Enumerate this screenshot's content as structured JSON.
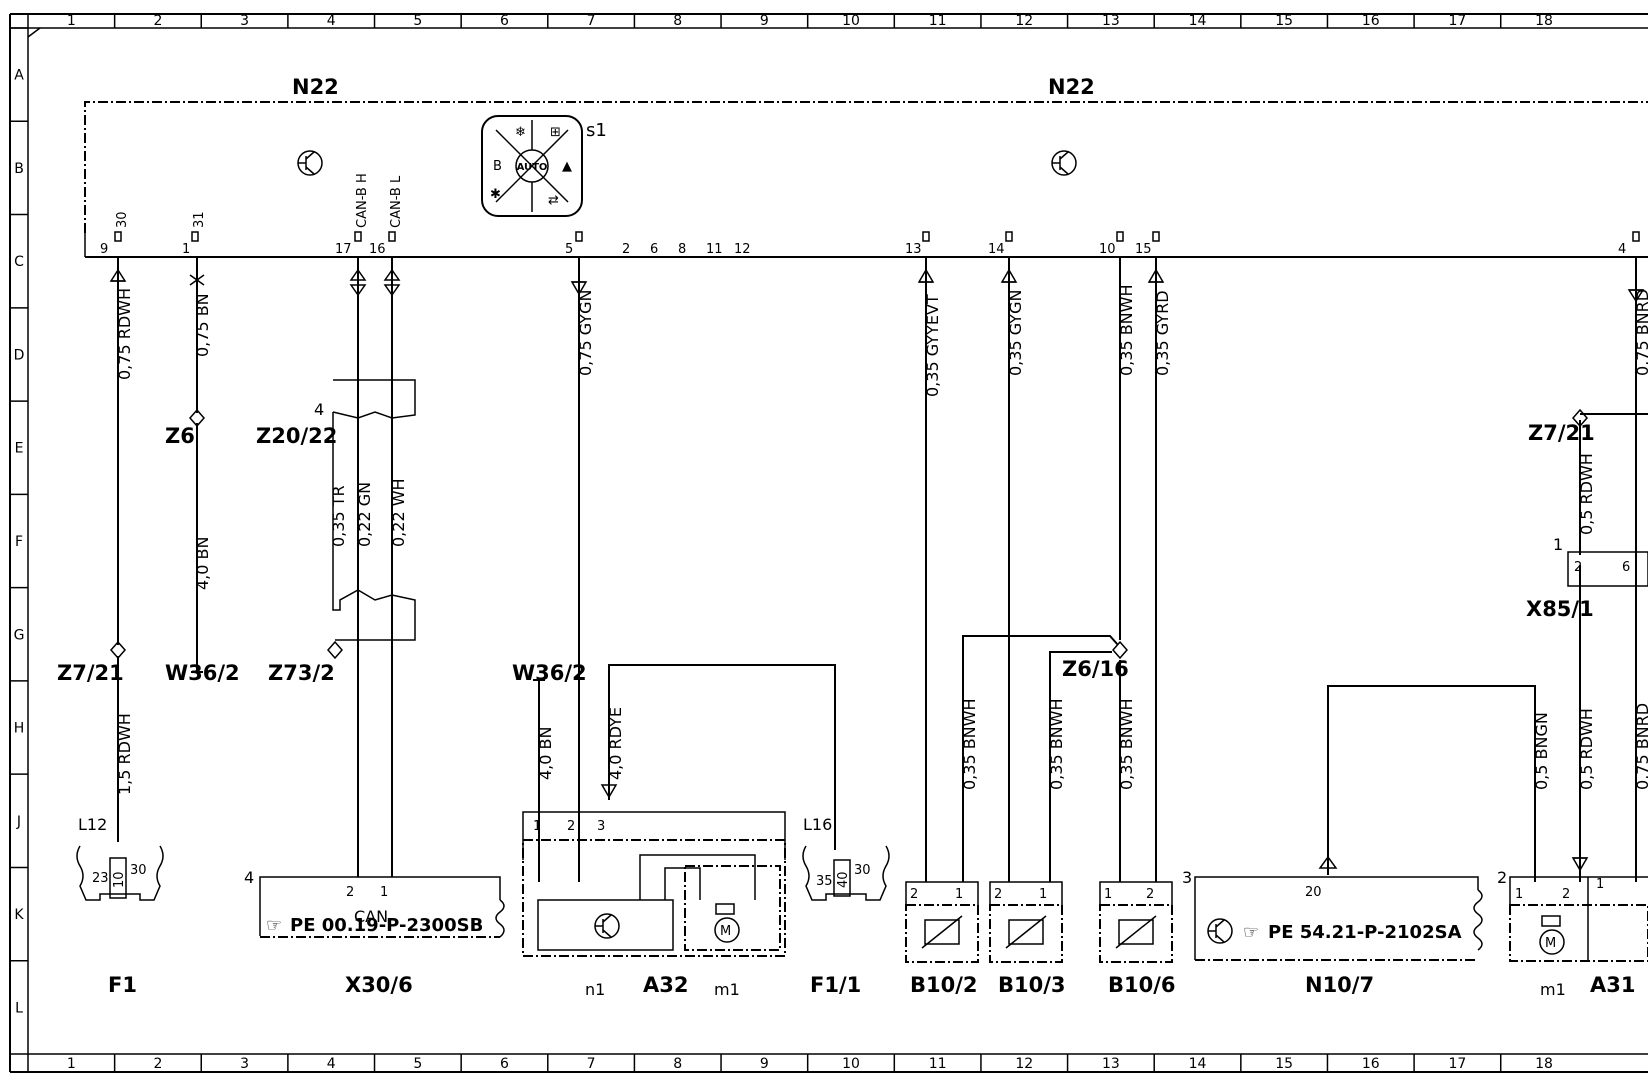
{
  "grid": {
    "columns": [
      "1",
      "2",
      "3",
      "4",
      "5",
      "6",
      "7",
      "8",
      "9",
      "10",
      "11",
      "12",
      "13",
      "14",
      "15",
      "16",
      "17",
      "18"
    ],
    "rows": [
      "A",
      "B",
      "C",
      "D",
      "E",
      "F",
      "G",
      "H",
      "J",
      "K",
      "L"
    ]
  },
  "top_module": {
    "left_label": "N22",
    "right_label": "N22",
    "switch_label": "s1",
    "switch_center_text": "AUTO",
    "switch_b": "B"
  },
  "module_pins": [
    {
      "num": "9",
      "term": "30"
    },
    {
      "num": "1",
      "term": "31"
    },
    {
      "num": "17",
      "term": "CAN-B H"
    },
    {
      "num": "16",
      "term": "CAN-B L"
    },
    {
      "num": "5",
      "term": ""
    },
    {
      "num": "2",
      "term": ""
    },
    {
      "num": "6",
      "term": ""
    },
    {
      "num": "8",
      "term": ""
    },
    {
      "num": "11",
      "term": ""
    },
    {
      "num": "12",
      "term": ""
    },
    {
      "num": "13",
      "term": ""
    },
    {
      "num": "14",
      "term": ""
    },
    {
      "num": "10",
      "term": ""
    },
    {
      "num": "15",
      "term": ""
    },
    {
      "num": "4",
      "term": ""
    }
  ],
  "wires": {
    "w9_top": "0,75 RDWH",
    "w1_top": "0,75 BN",
    "w1_bottom": "4,0 BN",
    "w17_a": "0,35 TR",
    "w17_b": "0,22 GN",
    "w16": "0,22 WH",
    "w5": "0,75 GYGN",
    "w13": "0,35 GYYEVT",
    "w14": "0,35 GYGN",
    "w10": "0,35 BNWH",
    "w15": "0,35 GYRD",
    "w4": "0,75 BNRD",
    "z7_bottom": "1,5 RDWH",
    "a32_1": "4,0 BN",
    "a32_3": "4,0 RDYE",
    "b102": "0,35 BNWH",
    "b103": "0,35 BNWH",
    "b106": "0,35 BNWH",
    "n107": "0,5 BNGN",
    "a31_2": "0,5 RDWH",
    "a31_1": "0,75 BNRD",
    "z721_right": "0,5 RDWH"
  },
  "nodes": {
    "z6": "Z6",
    "z2022": "Z20/22",
    "z2022_pin": "4",
    "z721_left": "Z7/21",
    "w362_left": "W36/2",
    "z732": "Z73/2",
    "w362_mid": "W36/2",
    "z616": "Z6/16",
    "z721_right": "Z7/21",
    "x851": "X85/1",
    "x851_pin1": "1",
    "x851_pin2": "2",
    "x851_pin6": "6"
  },
  "components": {
    "f1": {
      "label": "F1",
      "fuse_name": "L12",
      "fuse_value": "10",
      "pin_in": "23",
      "pin_out": "30"
    },
    "x306": {
      "label": "X30/6",
      "corner": "4",
      "pin2": "2",
      "pin1": "1",
      "can_text": "CAN",
      "ref": "PE  00.19-P-2300SB"
    },
    "a32": {
      "label": "A32",
      "sub_n1": "n1",
      "sub_m1": "m1",
      "pin1": "1",
      "pin2": "2",
      "pin3": "3"
    },
    "f11": {
      "label": "F1/1",
      "fuse_name": "L16",
      "fuse_value": "40",
      "pin_in": "35",
      "pin_out": "30"
    },
    "b102": {
      "label": "B10/2",
      "pin2": "2",
      "pin1": "1"
    },
    "b103": {
      "label": "B10/3",
      "pin2": "2",
      "pin1": "1"
    },
    "b106": {
      "label": "B10/6",
      "pin1": "1",
      "pin2": "2"
    },
    "n107": {
      "label": "N10/7",
      "corner": "3",
      "pin20": "20",
      "ref": "PE  54.21-P-2102SA"
    },
    "a31": {
      "label": "A31",
      "corner": "2",
      "sub_m1": "m1",
      "pin1": "1",
      "pin2": "2",
      "pin1b": "1"
    }
  }
}
